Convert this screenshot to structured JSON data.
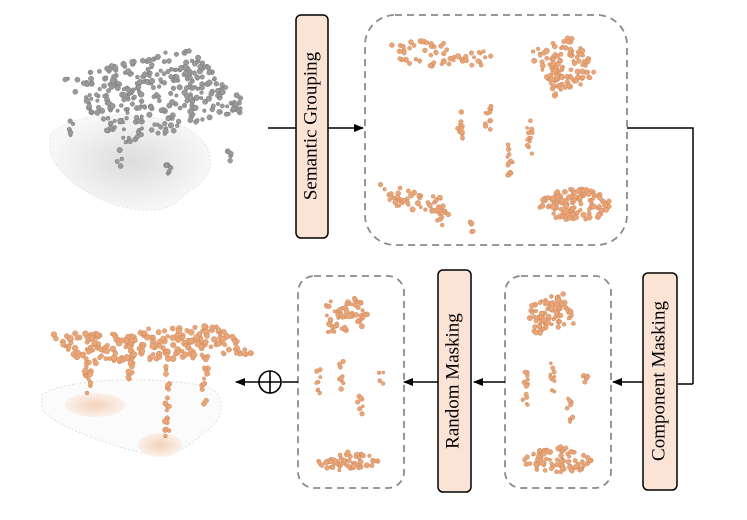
{
  "steps": {
    "semantic_grouping": "Semantic Grouping",
    "component_masking": "Component Masking",
    "random_masking": "Random Masking"
  },
  "symbols": {
    "combine": "⊕"
  },
  "colors": {
    "point_gray": "#9a9a9a",
    "point_orange": "#e9a678",
    "label_fill": "#fbe3d6",
    "dashed_border": "#8a8a8a",
    "arrow": "#000000"
  }
}
